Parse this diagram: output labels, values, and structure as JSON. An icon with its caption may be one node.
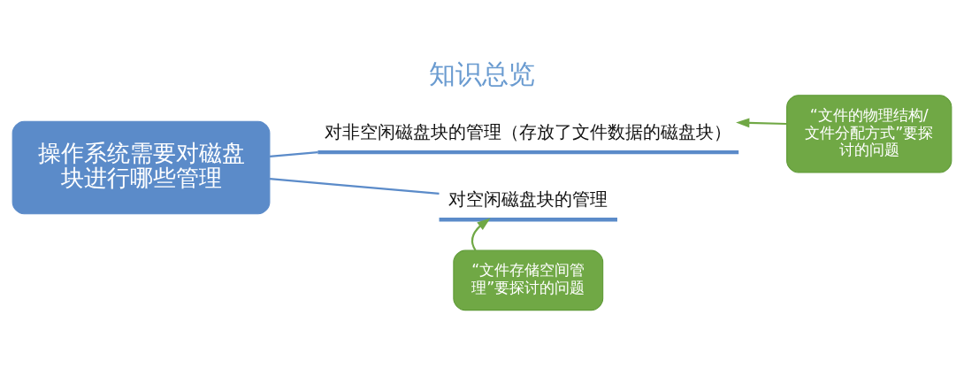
{
  "diagram": {
    "title": "知识总览",
    "nodes": [
      {
        "text": [
          "操作系统需要对磁盘块进行哪些管理"
        ]
      },
      {
        "text": [
          "对非空闲磁盘块的管理（存放了文件数据的磁盘块）"
        ]
      },
      {
        "text": [
          "对空闲磁盘块的管理"
        ]
      },
      {
        "text": [
          "“文件的物理结构/文件分配方式”要探讨的问题"
        ]
      },
      {
        "text": [
          "“文件存储空间管理”要探讨的问题"
        ]
      }
    ],
    "edges": [
      {
        "from": 0,
        "to": 1,
        "arrow": "none",
        "color": "#5b8bc9"
      },
      {
        "from": 0,
        "to": 2,
        "arrow": "none",
        "color": "#5b8bc9"
      },
      {
        "from": 3,
        "to": 1,
        "arrow": "to",
        "color": "#70a845"
      },
      {
        "from": 4,
        "to": 2,
        "arrow": "to",
        "color": "#70a845"
      }
    ]
  }
}
